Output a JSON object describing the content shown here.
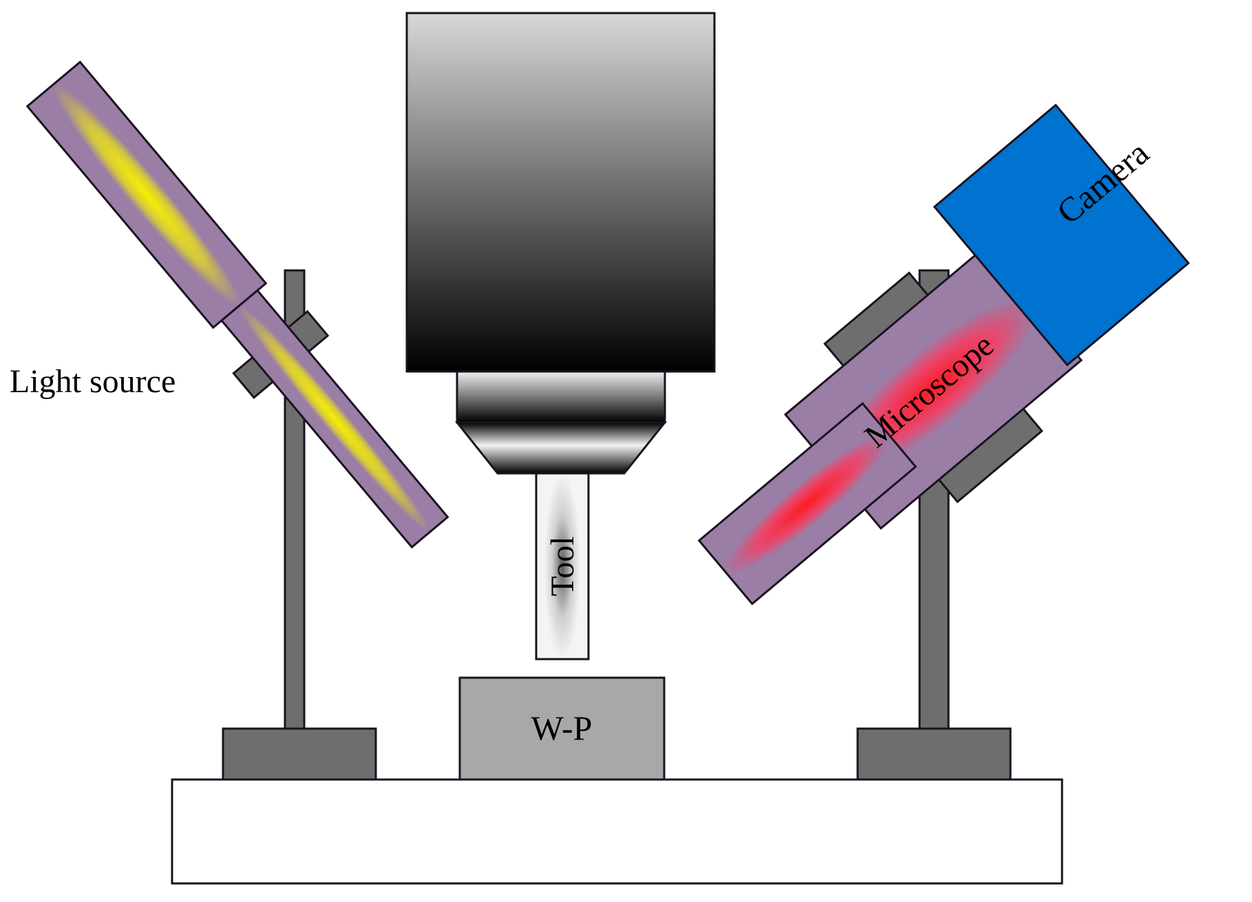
{
  "labels": {
    "light_source": "Light source",
    "tool": "Tool",
    "workpiece": "W-P",
    "microscope": "Microscope",
    "camera": "Camera"
  },
  "colors": {
    "outline": "#1a1220",
    "stand_gray": "#6e6e6e",
    "workpiece_gray": "#a8a8a8",
    "base_white": "#ffffff",
    "camera_blue": "#0072cf",
    "microscope_red": "#ff1a22",
    "light_yellow": "#f5f000",
    "tube_purple": "#9a7ea6"
  }
}
